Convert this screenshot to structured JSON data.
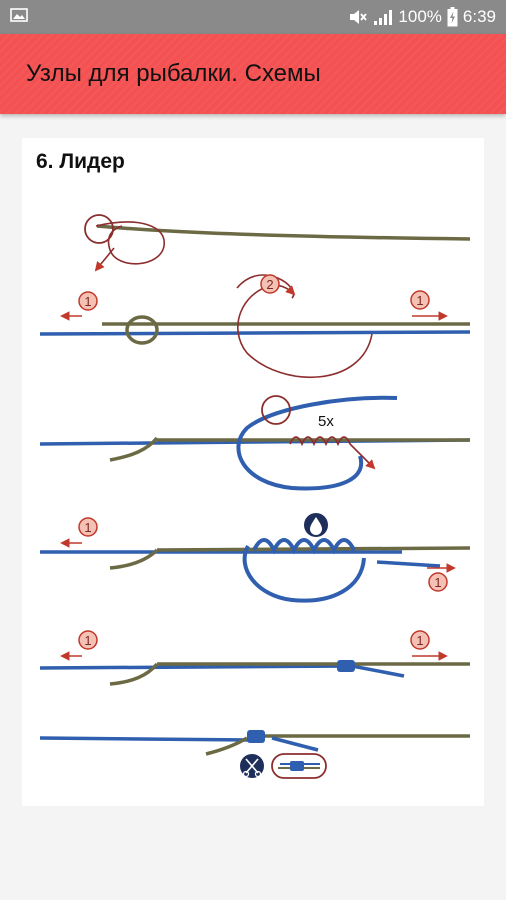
{
  "status_bar": {
    "battery_percent": "100%",
    "time": "6:39",
    "icons": [
      "image-notification-icon",
      "mute-icon",
      "signal-icon",
      "battery-charging-icon"
    ]
  },
  "app_bar": {
    "title": "Узлы для рыбалки. Схемы",
    "color": "#f35152"
  },
  "content": {
    "knot_title": "6. Лидер",
    "diagram": {
      "wrap_count_label": "5x",
      "step_marker_1": "1",
      "step_marker_2": "2",
      "icons": [
        "water-drop-icon",
        "scissors-icon"
      ],
      "colors": {
        "main_line": "#6b6a45",
        "leader_line": "#2f5fae",
        "marker": "#c0392b",
        "marker_fill": "#f4c1b4"
      }
    }
  }
}
